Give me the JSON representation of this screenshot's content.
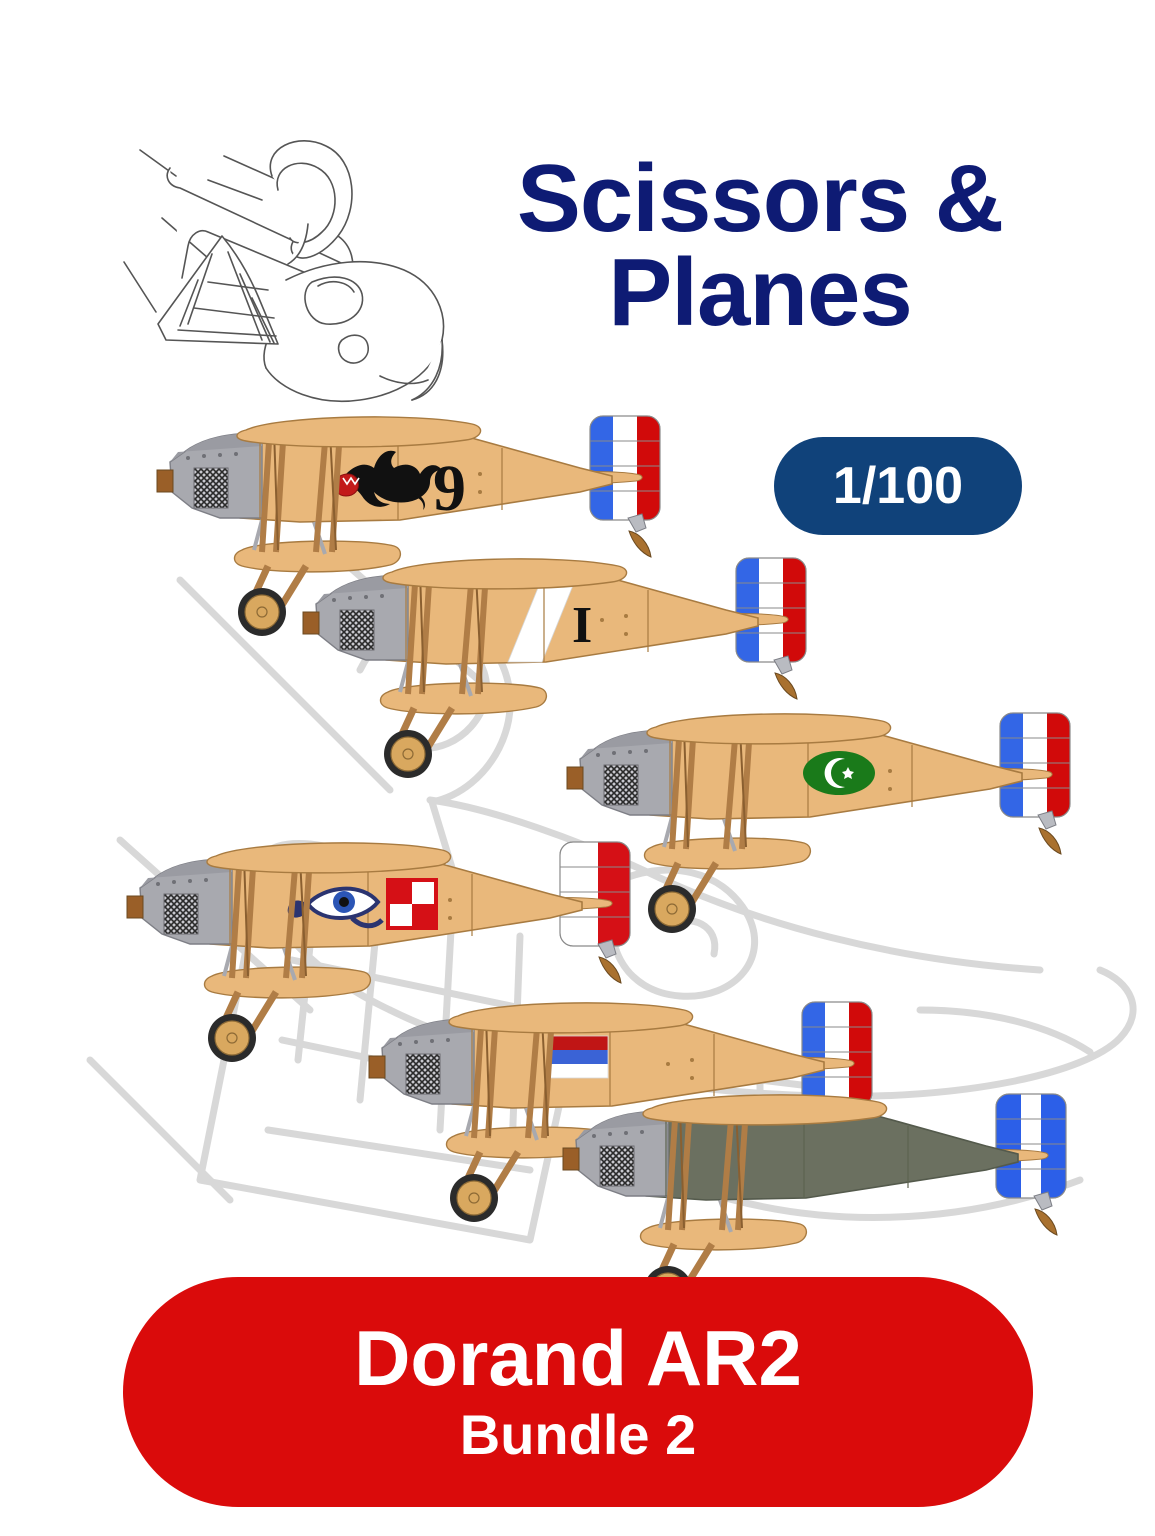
{
  "brand": {
    "title_line1": "Scissors &",
    "title_line2": "Planes",
    "title_color": "#0e1b74",
    "logo_icon": "scissors-plane-logo"
  },
  "scale_badge": {
    "label": "1/100",
    "background_color": "#10427a",
    "text_color": "#ffffff"
  },
  "banner": {
    "product_name": "Dorand AR2",
    "bundle_label": "Bundle 2",
    "background_color": "#da0b0b",
    "text_color": "#ffffff"
  },
  "palette": {
    "linen": "#e9b87b",
    "linen_dark": "#d9a361",
    "cowling_grey": "#a8a9af",
    "cowling_grey_dark": "#8d8e95",
    "olive": "#6b7060",
    "olive_dark": "#5b6052",
    "strut_brown": "#b07d46",
    "hub_brown": "#9a5f28",
    "outline": "#6b5434",
    "french_blue": "#3366e6",
    "french_red": "#d10a0a",
    "white": "#ffffff",
    "poland_red": "#d51016",
    "greek_blue": "#2c5fe8",
    "ottoman_green": "#1a7a1a",
    "serbia_red": "#c01515",
    "serbia_blue": "#3a63d6",
    "insignia_black": "#111111"
  },
  "fleet": {
    "count": 6,
    "aircraft": [
      {
        "index": 1,
        "fuselage_color": "#e9b87b",
        "fuselage_finish": "linen",
        "rudder_scheme": "french-tricolor",
        "rudder_bands": [
          "#3366e6",
          "#ffffff",
          "#d10a0a"
        ],
        "markings": [
          "winged-griffin-insignia",
          "numeral-9"
        ],
        "numeral": "9"
      },
      {
        "index": 2,
        "fuselage_color": "#e9b87b",
        "fuselage_finish": "linen",
        "rudder_scheme": "french-tricolor",
        "rudder_bands": [
          "#3366e6",
          "#ffffff",
          "#d10a0a"
        ],
        "markings": [
          "white-diagonal-stripe",
          "roman-numeral-I"
        ],
        "numeral": "I"
      },
      {
        "index": 3,
        "fuselage_color": "#e9b87b",
        "fuselage_finish": "linen",
        "rudder_scheme": "french-tricolor",
        "rudder_bands": [
          "#3366e6",
          "#ffffff",
          "#d10a0a"
        ],
        "markings": [
          "ottoman-crescent-star-roundel"
        ],
        "numeral": ""
      },
      {
        "index": 4,
        "fuselage_color": "#e9b87b",
        "fuselage_finish": "linen",
        "rudder_scheme": "polish-white-red",
        "rudder_bands": [
          "#ffffff",
          "#d51016"
        ],
        "markings": [
          "eye-of-horus-insignia",
          "polish-checkerboard"
        ],
        "numeral": ""
      },
      {
        "index": 5,
        "fuselage_color": "#e9b87b",
        "fuselage_finish": "linen",
        "rudder_scheme": "french-tricolor",
        "rudder_bands": [
          "#3366e6",
          "#ffffff",
          "#d10a0a"
        ],
        "markings": [
          "serbian-tricolor-flag"
        ],
        "numeral": ""
      },
      {
        "index": 6,
        "fuselage_color": "#6b7060",
        "fuselage_finish": "olive-drab",
        "rudder_scheme": "greek-blue-white-blue",
        "rudder_bands": [
          "#2c5fe8",
          "#ffffff",
          "#2c5fe8"
        ],
        "markings": [],
        "numeral": ""
      }
    ]
  }
}
